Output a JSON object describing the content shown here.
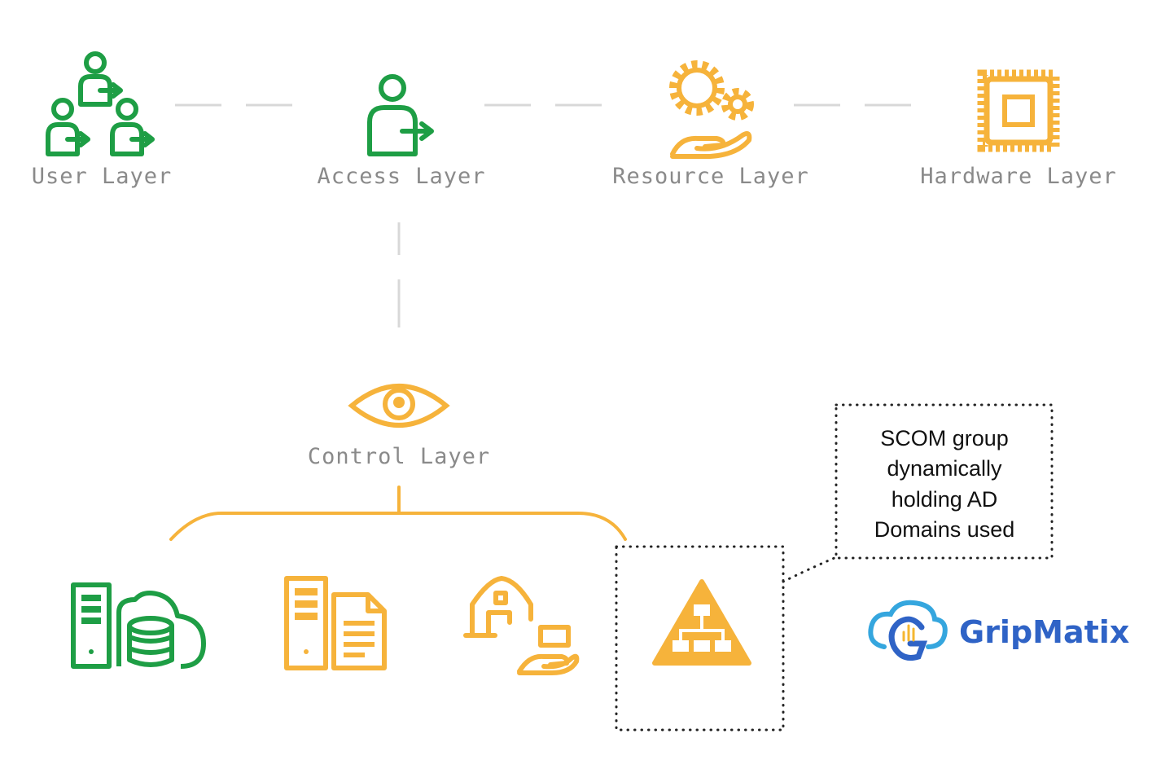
{
  "colors": {
    "green": "#1e9e45",
    "orange": "#f6b33b",
    "connector": "#d8d8d8",
    "label": "#8a8a8a",
    "brand_blue": "#2f63c6",
    "brand_cyan": "#35a6de",
    "brand_gold": "#f5b731"
  },
  "layers": {
    "user": {
      "label": "User Layer",
      "icon": "users-icon"
    },
    "access": {
      "label": "Access Layer",
      "icon": "user-access-icon"
    },
    "resource": {
      "label": "Resource Layer",
      "icon": "gears-hand-icon"
    },
    "hardware": {
      "label": "Hardware Layer",
      "icon": "cpu-chip-icon"
    },
    "control": {
      "label": "Control Layer",
      "icon": "eye-icon"
    }
  },
  "control_children": [
    {
      "icon": "server-database-cloud-icon"
    },
    {
      "icon": "server-document-icon"
    },
    {
      "icon": "farm-hand-icon"
    },
    {
      "icon": "org-chart-triangle-icon"
    }
  ],
  "callout": {
    "lines": [
      "SCOM group",
      "dynamically",
      "holding AD",
      "Domains used"
    ]
  },
  "brand": {
    "name": "GripMatix",
    "icon": "gripmatix-cloud-logo-icon"
  }
}
